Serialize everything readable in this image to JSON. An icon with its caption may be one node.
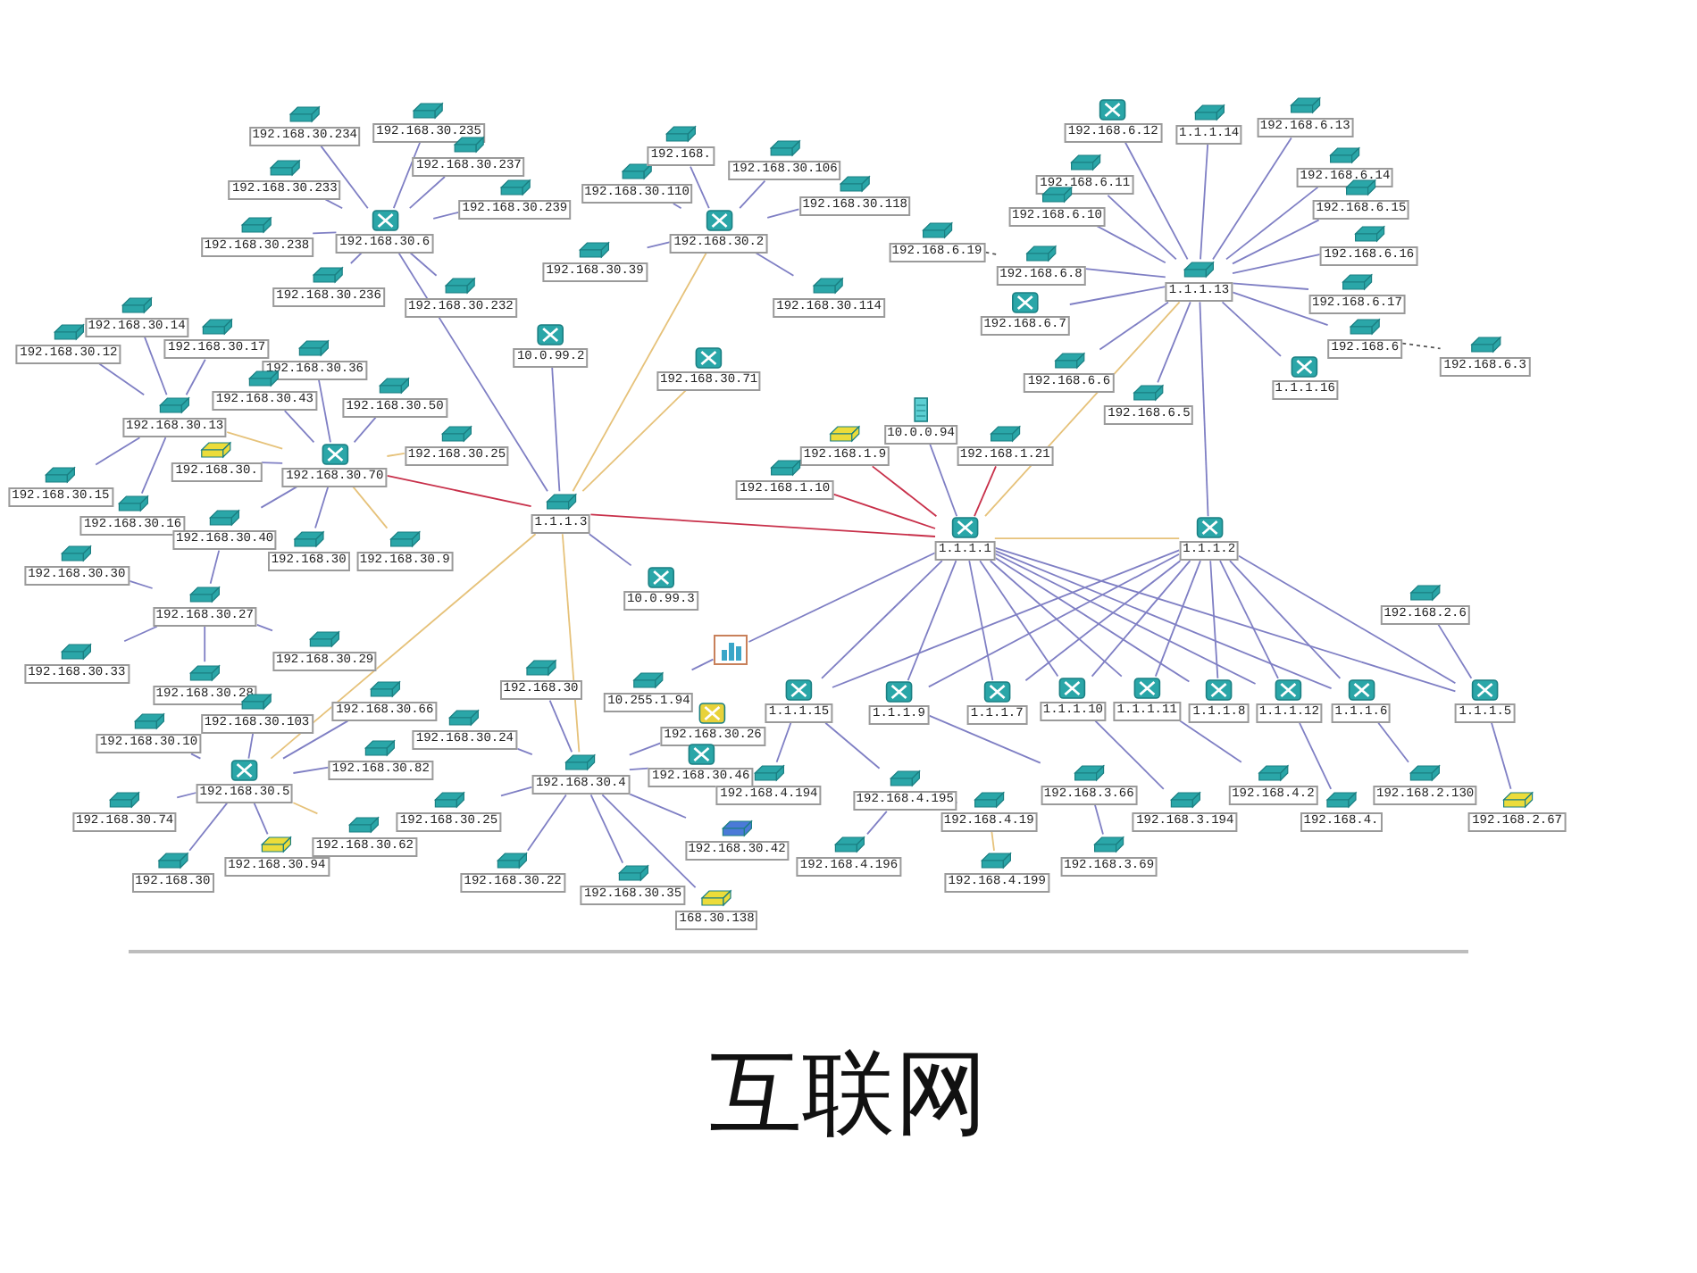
{
  "diagram": {
    "title": "互联网",
    "nodes": [
      {
        "text": [
          "192.168.30.234"
        ]
      },
      {
        "text": [
          "192.168.30.235"
        ]
      },
      {
        "text": [
          "192.168.30.237"
        ]
      },
      {
        "text": [
          "192.168.30.233"
        ]
      },
      {
        "text": [
          "192.168.30.239"
        ]
      },
      {
        "text": [
          "192.168.30.238"
        ]
      },
      {
        "text": [
          "192.168.30.6"
        ]
      },
      {
        "text": [
          "192.168.30.236"
        ]
      },
      {
        "text": [
          "192.168.30.232"
        ]
      },
      {
        "text": [
          "192.168.30.110"
        ]
      },
      {
        "text": [
          "192.168."
        ]
      },
      {
        "text": [
          "192.168.30.106"
        ]
      },
      {
        "text": [
          "192.168.30.118"
        ]
      },
      {
        "text": [
          "192.168.30.2"
        ]
      },
      {
        "text": [
          "192.168.30.39"
        ]
      },
      {
        "text": [
          "192.168.30.114"
        ]
      },
      {
        "text": [
          "10.0.99.2"
        ]
      },
      {
        "text": [
          "192.168.30.71"
        ]
      },
      {
        "text": [
          "192.168.30.14"
        ]
      },
      {
        "text": [
          "192.168.30.17"
        ]
      },
      {
        "text": [
          "192.168.30.12"
        ]
      },
      {
        "text": [
          "192.168.30.13"
        ]
      },
      {
        "text": [
          "192.168.30.15"
        ]
      },
      {
        "text": [
          "192.168.30.16"
        ]
      },
      {
        "text": [
          "192.168.30.36"
        ]
      },
      {
        "text": [
          "192.168.30.43"
        ]
      },
      {
        "text": [
          "192.168.30.50"
        ]
      },
      {
        "text": [
          "192.168.30.25"
        ]
      },
      {
        "text": [
          "192.168.30."
        ]
      },
      {
        "text": [
          "192.168.30.70"
        ]
      },
      {
        "text": [
          "192.168.30.40"
        ]
      },
      {
        "text": [
          "192.168.30"
        ]
      },
      {
        "text": [
          "192.168.30.9"
        ]
      },
      {
        "text": [
          "192.168.30.30"
        ]
      },
      {
        "text": [
          "192.168.30.27"
        ]
      },
      {
        "text": [
          "192.168.30.29"
        ]
      },
      {
        "text": [
          "192.168.30.33"
        ]
      },
      {
        "text": [
          "192.168.30.28"
        ]
      },
      {
        "text": [
          "192.168.30.10"
        ]
      },
      {
        "text": [
          "192.168.30.103"
        ]
      },
      {
        "text": [
          "192.168.30.66"
        ]
      },
      {
        "text": [
          "192.168.30.82"
        ]
      },
      {
        "text": [
          "192.168.30.5"
        ]
      },
      {
        "text": [
          "192.168.30.74"
        ]
      },
      {
        "text": [
          "192.168.30.62"
        ]
      },
      {
        "text": [
          "192.168.30"
        ]
      },
      {
        "text": [
          "192.168.30.94"
        ]
      },
      {
        "text": [
          "192.168.30.24"
        ]
      },
      {
        "text": [
          "192.168.30"
        ]
      },
      {
        "text": [
          "10.255.1.94"
        ]
      },
      {
        "text": [
          "192.168.30.26"
        ]
      },
      {
        "text": [
          "192.168.30.25"
        ]
      },
      {
        "text": [
          "192.168.30.4"
        ]
      },
      {
        "text": [
          "192.168.30.46"
        ]
      },
      {
        "text": [
          "192.168.30.22"
        ]
      },
      {
        "text": [
          "192.168.30.35"
        ]
      },
      {
        "text": [
          "168.30.138"
        ]
      },
      {
        "text": [
          "192.168.30.42"
        ]
      },
      {
        "text": [
          "1.1.1.3"
        ]
      },
      {
        "text": [
          "10.0.99.3"
        ]
      },
      {
        "text": [],
        "shape": "box"
      },
      {
        "text": [
          "1.1.1.14"
        ]
      },
      {
        "text": [
          "192.168.6.12"
        ]
      },
      {
        "text": [
          "192.168.6.13"
        ]
      },
      {
        "text": [
          "192.168.6.11"
        ]
      },
      {
        "text": [
          "192.168.6.14"
        ]
      },
      {
        "text": [
          "192.168.6.10"
        ]
      },
      {
        "text": [
          "192.168.6.15"
        ]
      },
      {
        "text": [
          "192.168.6.19"
        ]
      },
      {
        "text": [
          "192.168.6.16"
        ]
      },
      {
        "text": [
          "192.168.6.8"
        ]
      },
      {
        "text": [
          "1.1.1.13"
        ]
      },
      {
        "text": [
          "192.168.6.7"
        ]
      },
      {
        "text": [
          "192.168.6.17"
        ]
      },
      {
        "text": [
          "192.168.6"
        ]
      },
      {
        "text": [
          "192.168.6.3"
        ]
      },
      {
        "text": [
          "192.168.6.6"
        ]
      },
      {
        "text": [
          "1.1.1.16"
        ]
      },
      {
        "text": [
          "192.168.6.5"
        ]
      },
      {
        "text": [
          "10.0.0.94"
        ]
      },
      {
        "text": [
          "192.168.1.9"
        ]
      },
      {
        "text": [
          "192.168.1.21"
        ]
      },
      {
        "text": [
          "192.168.1.10"
        ]
      },
      {
        "text": [
          "1.1.1.1"
        ]
      },
      {
        "text": [
          "1.1.1.2"
        ]
      },
      {
        "text": [
          "1.1.1.15"
        ]
      },
      {
        "text": [
          "1.1.1.9"
        ]
      },
      {
        "text": [
          "1.1.1.7"
        ]
      },
      {
        "text": [
          "1.1.1.10"
        ]
      },
      {
        "text": [
          "1.1.1.11"
        ]
      },
      {
        "text": [
          "1.1.1.8"
        ]
      },
      {
        "text": [
          "1.1.1.12"
        ]
      },
      {
        "text": [
          "1.1.1.6"
        ]
      },
      {
        "text": [
          "192.168.2.6"
        ]
      },
      {
        "text": [
          "1.1.1.5"
        ]
      },
      {
        "text": [
          "192.168.4.194"
        ]
      },
      {
        "text": [
          "192.168.4.195"
        ]
      },
      {
        "text": [
          "192.168.4.19"
        ]
      },
      {
        "text": [
          "192.168.3.66"
        ]
      },
      {
        "text": [
          "192.168.3.194"
        ]
      },
      {
        "text": [
          "192.168.4.2"
        ]
      },
      {
        "text": [
          "192.168.4."
        ]
      },
      {
        "text": [
          "192.168.2.130"
        ]
      },
      {
        "text": [
          "192.168.2.67"
        ]
      },
      {
        "text": [
          "192.168.4.196"
        ]
      },
      {
        "text": [
          "192.168.4.199"
        ]
      },
      {
        "text": [
          "192.168.3.69"
        ]
      }
    ],
    "edges": [
      {
        "from": 6,
        "to": 0,
        "arrow": "none"
      },
      {
        "from": 6,
        "to": 1,
        "arrow": "none"
      },
      {
        "from": 6,
        "to": 2,
        "arrow": "none"
      },
      {
        "from": 6,
        "to": 3,
        "arrow": "none"
      },
      {
        "from": 6,
        "to": 4,
        "arrow": "none"
      },
      {
        "from": 6,
        "to": 5,
        "arrow": "none"
      },
      {
        "from": 6,
        "to": 7,
        "arrow": "none"
      },
      {
        "from": 6,
        "to": 8,
        "arrow": "none"
      },
      {
        "from": 6,
        "to": 58,
        "arrow": "none"
      },
      {
        "from": 13,
        "to": 9,
        "arrow": "none"
      },
      {
        "from": 13,
        "to": 10,
        "arrow": "none"
      },
      {
        "from": 13,
        "to": 11,
        "arrow": "none"
      },
      {
        "from": 13,
        "to": 12,
        "arrow": "none"
      },
      {
        "from": 13,
        "to": 14,
        "arrow": "none"
      },
      {
        "from": 13,
        "to": 15,
        "arrow": "none"
      },
      {
        "from": 13,
        "to": 58,
        "arrow": "none",
        "color": "#e6c27a"
      },
      {
        "from": 16,
        "to": 58,
        "arrow": "none"
      },
      {
        "from": 17,
        "to": 58,
        "arrow": "none",
        "color": "#e6c27a"
      },
      {
        "from": 21,
        "to": 18,
        "arrow": "none"
      },
      {
        "from": 21,
        "to": 19,
        "arrow": "none"
      },
      {
        "from": 21,
        "to": 20,
        "arrow": "none"
      },
      {
        "from": 21,
        "to": 22,
        "arrow": "none"
      },
      {
        "from": 21,
        "to": 23,
        "arrow": "none"
      },
      {
        "from": 21,
        "to": 29,
        "arrow": "none",
        "color": "#e6c27a"
      },
      {
        "from": 29,
        "to": 24,
        "arrow": "none"
      },
      {
        "from": 29,
        "to": 25,
        "arrow": "none"
      },
      {
        "from": 29,
        "to": 26,
        "arrow": "none"
      },
      {
        "from": 29,
        "to": 27,
        "arrow": "none",
        "color": "#e6c27a"
      },
      {
        "from": 29,
        "to": 28,
        "arrow": "none"
      },
      {
        "from": 29,
        "to": 30,
        "arrow": "none"
      },
      {
        "from": 29,
        "to": 31,
        "arrow": "none"
      },
      {
        "from": 29,
        "to": 32,
        "arrow": "none",
        "color": "#e6c27a"
      },
      {
        "from": 30,
        "to": 34,
        "arrow": "none"
      },
      {
        "from": 34,
        "to": 33,
        "arrow": "none"
      },
      {
        "from": 34,
        "to": 35,
        "arrow": "none"
      },
      {
        "from": 34,
        "to": 36,
        "arrow": "none"
      },
      {
        "from": 34,
        "to": 37,
        "arrow": "none"
      },
      {
        "from": 29,
        "to": 58,
        "arrow": "none",
        "color": "#c8304a"
      },
      {
        "from": 42,
        "to": 38,
        "arrow": "none"
      },
      {
        "from": 42,
        "to": 39,
        "arrow": "none"
      },
      {
        "from": 42,
        "to": 40,
        "arrow": "none"
      },
      {
        "from": 42,
        "to": 41,
        "arrow": "none"
      },
      {
        "from": 42,
        "to": 43,
        "arrow": "none"
      },
      {
        "from": 42,
        "to": 44,
        "arrow": "none",
        "color": "#e6c27a"
      },
      {
        "from": 42,
        "to": 45,
        "arrow": "none"
      },
      {
        "from": 42,
        "to": 46,
        "arrow": "none"
      },
      {
        "from": 42,
        "to": 58,
        "arrow": "none",
        "color": "#e6c27a"
      },
      {
        "from": 52,
        "to": 47,
        "arrow": "none"
      },
      {
        "from": 52,
        "to": 48,
        "arrow": "none"
      },
      {
        "from": 52,
        "to": 50,
        "arrow": "none"
      },
      {
        "from": 52,
        "to": 51,
        "arrow": "none"
      },
      {
        "from": 52,
        "to": 53,
        "arrow": "none"
      },
      {
        "from": 52,
        "to": 54,
        "arrow": "none"
      },
      {
        "from": 52,
        "to": 55,
        "arrow": "none"
      },
      {
        "from": 52,
        "to": 56,
        "arrow": "none"
      },
      {
        "from": 52,
        "to": 57,
        "arrow": "none"
      },
      {
        "from": 52,
        "to": 58,
        "arrow": "none",
        "color": "#e6c27a"
      },
      {
        "from": 49,
        "to": 60,
        "arrow": "none"
      },
      {
        "from": 58,
        "to": 59,
        "arrow": "none"
      },
      {
        "from": 58,
        "to": 83,
        "arrow": "none",
        "color": "#c8304a"
      },
      {
        "from": 60,
        "to": 83,
        "arrow": "none"
      },
      {
        "from": 71,
        "to": 61,
        "arrow": "none"
      },
      {
        "from": 71,
        "to": 62,
        "arrow": "none"
      },
      {
        "from": 71,
        "to": 63,
        "arrow": "none"
      },
      {
        "from": 71,
        "to": 64,
        "arrow": "none"
      },
      {
        "from": 71,
        "to": 65,
        "arrow": "none"
      },
      {
        "from": 71,
        "to": 66,
        "arrow": "none"
      },
      {
        "from": 71,
        "to": 67,
        "arrow": "none"
      },
      {
        "from": 71,
        "to": 69,
        "arrow": "none"
      },
      {
        "from": 71,
        "to": 70,
        "arrow": "none"
      },
      {
        "from": 71,
        "to": 72,
        "arrow": "none"
      },
      {
        "from": 71,
        "to": 73,
        "arrow": "none"
      },
      {
        "from": 71,
        "to": 74,
        "arrow": "none"
      },
      {
        "from": 71,
        "to": 76,
        "arrow": "none"
      },
      {
        "from": 71,
        "to": 77,
        "arrow": "none"
      },
      {
        "from": 71,
        "to": 78,
        "arrow": "none"
      },
      {
        "from": 68,
        "to": 70,
        "arrow": "none",
        "style": "dashed",
        "color": "#555555"
      },
      {
        "from": 74,
        "to": 75,
        "arrow": "none",
        "style": "dashed",
        "color": "#555555"
      },
      {
        "from": 71,
        "to": 84,
        "arrow": "none"
      },
      {
        "from": 71,
        "to": 83,
        "arrow": "none",
        "color": "#e6c27a"
      },
      {
        "from": 83,
        "to": 79,
        "arrow": "none"
      },
      {
        "from": 83,
        "to": 80,
        "arrow": "none",
        "color": "#c8304a"
      },
      {
        "from": 83,
        "to": 81,
        "arrow": "none",
        "color": "#c8304a"
      },
      {
        "from": 83,
        "to": 82,
        "arrow": "none",
        "color": "#c8304a"
      },
      {
        "from": 83,
        "to": 84,
        "arrow": "none",
        "color": "#e6c27a"
      },
      {
        "from": 83,
        "to": 85,
        "arrow": "none"
      },
      {
        "from": 84,
        "to": 85,
        "arrow": "none"
      },
      {
        "from": 83,
        "to": 86,
        "arrow": "none"
      },
      {
        "from": 84,
        "to": 86,
        "arrow": "none"
      },
      {
        "from": 83,
        "to": 87,
        "arrow": "none"
      },
      {
        "from": 84,
        "to": 87,
        "arrow": "none"
      },
      {
        "from": 83,
        "to": 88,
        "arrow": "none"
      },
      {
        "from": 84,
        "to": 88,
        "arrow": "none"
      },
      {
        "from": 83,
        "to": 89,
        "arrow": "none"
      },
      {
        "from": 84,
        "to": 89,
        "arrow": "none"
      },
      {
        "from": 83,
        "to": 90,
        "arrow": "none"
      },
      {
        "from": 84,
        "to": 90,
        "arrow": "none"
      },
      {
        "from": 83,
        "to": 91,
        "arrow": "none"
      },
      {
        "from": 84,
        "to": 91,
        "arrow": "none"
      },
      {
        "from": 83,
        "to": 92,
        "arrow": "none"
      },
      {
        "from": 84,
        "to": 92,
        "arrow": "none"
      },
      {
        "from": 83,
        "to": 94,
        "arrow": "none"
      },
      {
        "from": 84,
        "to": 94,
        "arrow": "none"
      },
      {
        "from": 94,
        "to": 93,
        "arrow": "none"
      },
      {
        "from": 85,
        "to": 95,
        "arrow": "none"
      },
      {
        "from": 85,
        "to": 96,
        "arrow": "none"
      },
      {
        "from": 96,
        "to": 97,
        "arrow": "none"
      },
      {
        "from": 96,
        "to": 104,
        "arrow": "none"
      },
      {
        "from": 97,
        "to": 105,
        "arrow": "none",
        "color": "#e6c27a"
      },
      {
        "from": 86,
        "to": 98,
        "arrow": "none"
      },
      {
        "from": 98,
        "to": 106,
        "arrow": "none"
      },
      {
        "from": 88,
        "to": 99,
        "arrow": "none"
      },
      {
        "from": 89,
        "to": 100,
        "arrow": "none"
      },
      {
        "from": 91,
        "to": 101,
        "arrow": "none"
      },
      {
        "from": 92,
        "to": 102,
        "arrow": "none"
      },
      {
        "from": 94,
        "to": 103,
        "arrow": "none"
      }
    ]
  }
}
